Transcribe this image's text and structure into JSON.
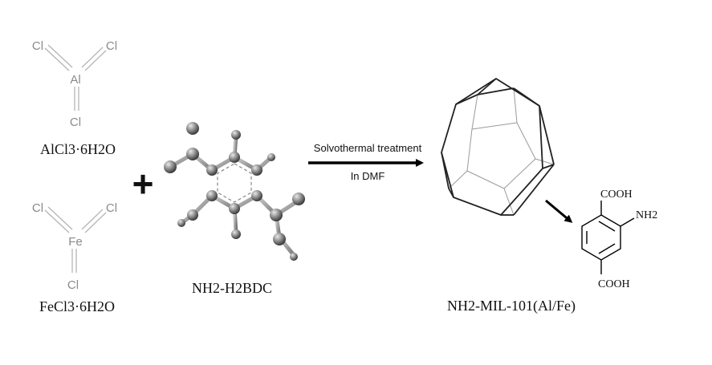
{
  "reagents": {
    "al_salt": {
      "metal": "Al",
      "ligand": "Cl",
      "label": "AlCl3·6H2O"
    },
    "fe_salt": {
      "metal": "Fe",
      "ligand": "Cl",
      "label": "FeCl3·6H2O"
    },
    "plus": "+",
    "linker": {
      "label": "NH2-H2BDC"
    }
  },
  "arrow": {
    "above": "Solvothermal treatment",
    "below": "In DMF"
  },
  "product": {
    "label": "NH2-MIL-101(Al/Fe)",
    "linker_groups": {
      "top": "COOH",
      "side": "NH2",
      "bottom": "COOH"
    }
  }
}
